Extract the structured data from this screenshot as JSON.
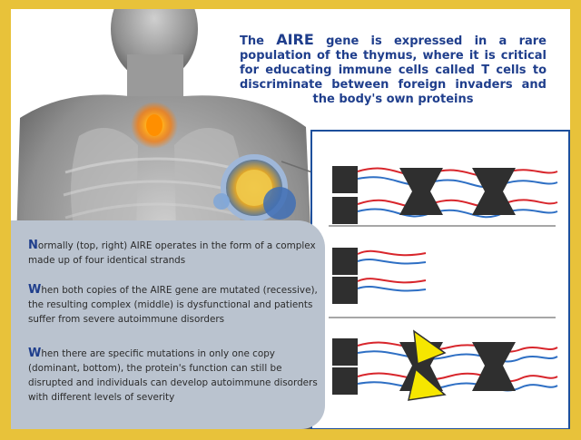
{
  "title": {
    "gene_name": "AIRE",
    "prefix": "The",
    "rest": "gene is expressed in a rare population of the thymus, where it is critical for educating immune cells called T cells to discriminate between foreign invaders and the body's own proteins"
  },
  "notes": [
    {
      "initial": "N",
      "text": "ormally (top, right) AIRE operates in the form of a complex made up of four identical strands"
    },
    {
      "initial": "W",
      "text": "hen both copies of the AIRE gene are mutated (recessive), the resulting complex (middle) is dysfunctional and patients suffer from severe autoimmune disorders"
    },
    {
      "initial": "W",
      "text": "hen there are specific mutations in only one copy (dominant, bottom), the protein's function can still be disrupted and individuals can develop autoimmune disorders with different levels of severity"
    }
  ],
  "colors": {
    "border_gold": "#e8c23a",
    "title_blue": "#1f3e8c",
    "panel_border": "#1d4f9c",
    "strand_red": "#d8262c",
    "strand_blue": "#2e6fc4",
    "block_dark": "#2f2f2f",
    "mutant_yellow": "#f5e600",
    "info_box": "#bac3cf"
  },
  "icons": [
    "human-torso-illustration",
    "thymus-glow",
    "cell-zoom-bubble"
  ]
}
